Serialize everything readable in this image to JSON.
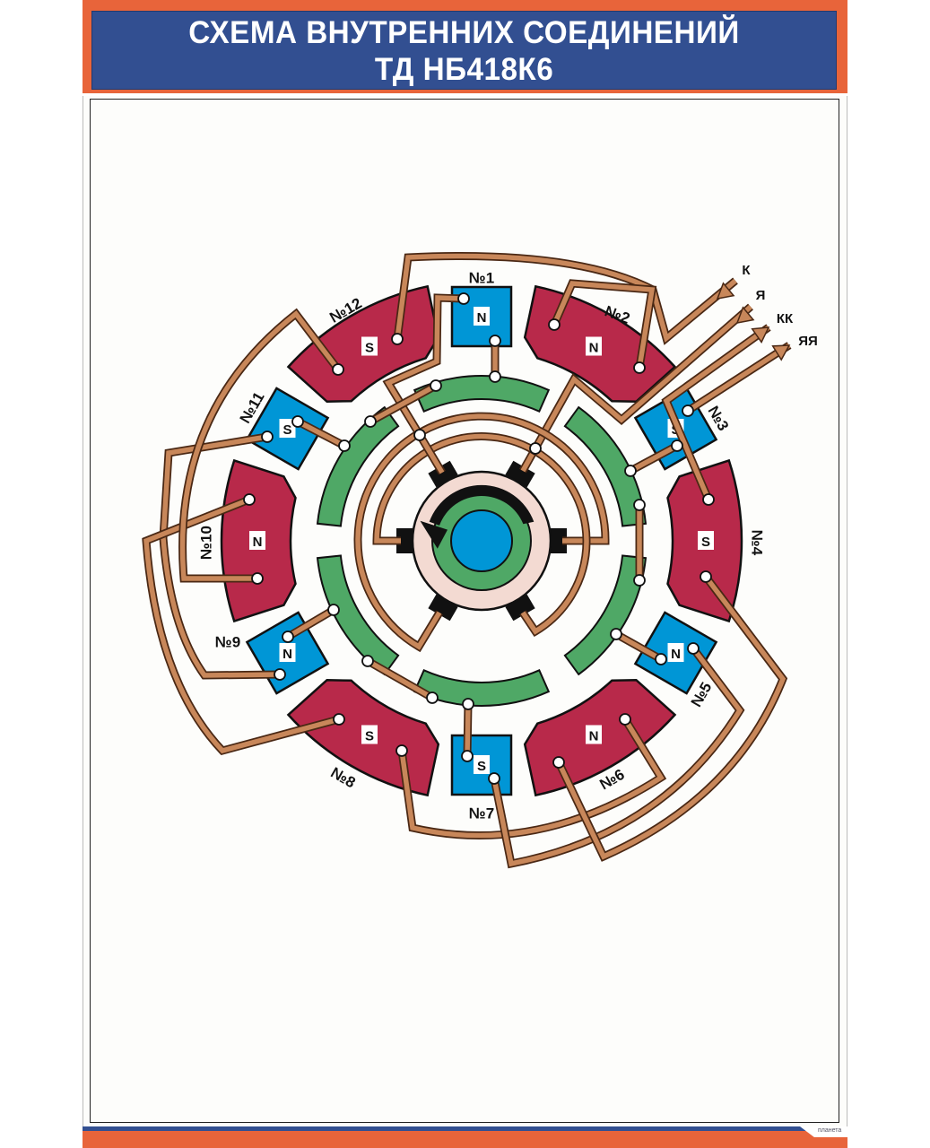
{
  "header": {
    "title_line1": "СХЕМА ВНУТРЕННИХ СОЕДИНЕНИЙ",
    "title_line2": "ТД НБ418К6"
  },
  "poles": [
    {
      "label": "№1",
      "polarity": "N",
      "type": "additional"
    },
    {
      "label": "№2",
      "polarity": "N",
      "type": "main"
    },
    {
      "label": "№3",
      "polarity": "S",
      "type": "additional"
    },
    {
      "label": "№4",
      "polarity": "S",
      "type": "main"
    },
    {
      "label": "№5",
      "polarity": "N",
      "type": "additional"
    },
    {
      "label": "№6",
      "polarity": "N",
      "type": "main"
    },
    {
      "label": "№7",
      "polarity": "S",
      "type": "additional"
    },
    {
      "label": "№8",
      "polarity": "S",
      "type": "main"
    },
    {
      "label": "№9",
      "polarity": "N",
      "type": "additional"
    },
    {
      "label": "№10",
      "polarity": "N",
      "type": "main"
    },
    {
      "label": "№11",
      "polarity": "S",
      "type": "additional"
    },
    {
      "label": "№12",
      "polarity": "S",
      "type": "main"
    }
  ],
  "terminals": [
    {
      "label": "К",
      "direction": "in"
    },
    {
      "label": "Я",
      "direction": "in"
    },
    {
      "label": "КК",
      "direction": "out"
    },
    {
      "label": "ЯЯ",
      "direction": "out"
    }
  ],
  "logo": "планета",
  "colors": {
    "main_pole": "#b8294a",
    "additional_pole": "#0096d6",
    "compensating_winding": "#4fa866",
    "wire": "#c8875a",
    "header": "#324f91",
    "accent": "#e8643a"
  }
}
